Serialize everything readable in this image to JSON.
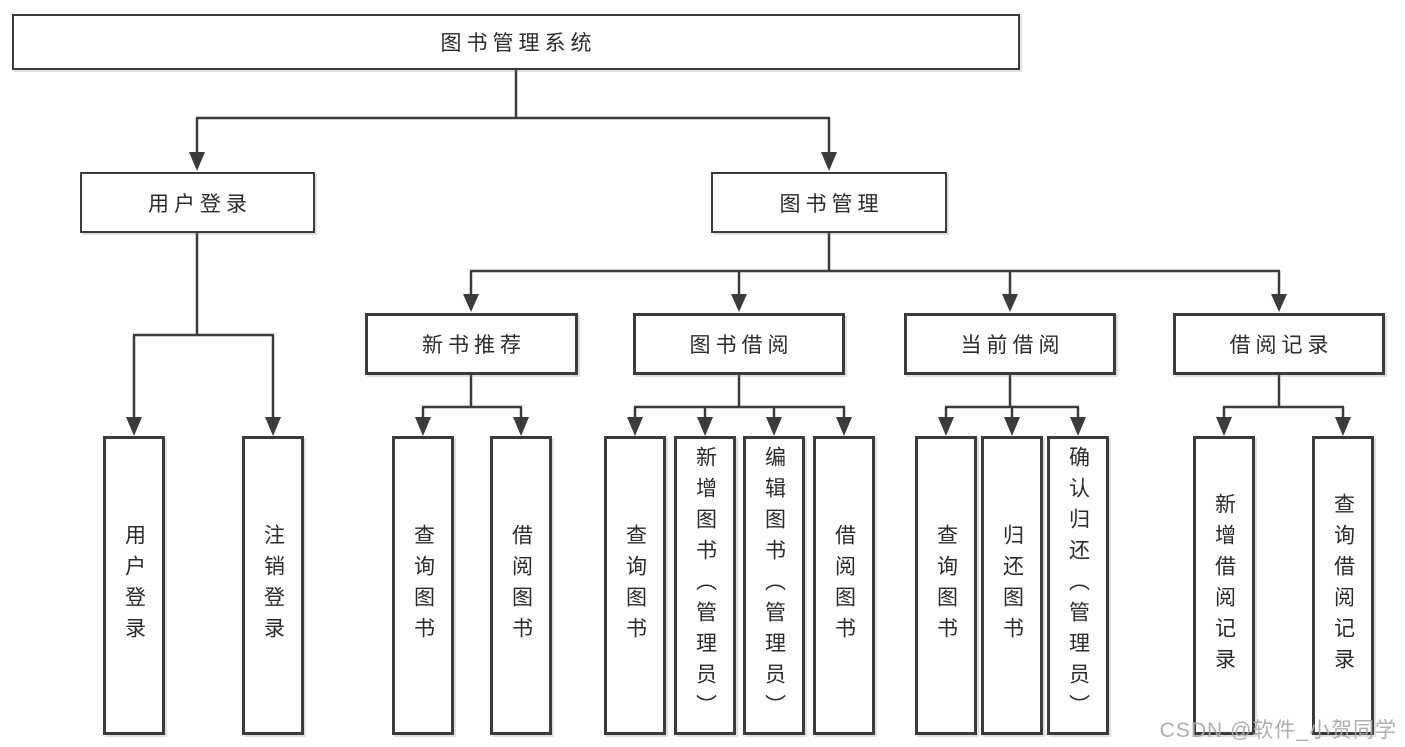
{
  "diagram": {
    "title": "图书管理系统",
    "branches": [
      {
        "label": "用户登录",
        "children": [
          {
            "label": "用户登录"
          },
          {
            "label": "注销登录"
          }
        ]
      },
      {
        "label": "图书管理",
        "groups": [
          {
            "label": "新书推荐",
            "children": [
              {
                "label": "查询图书"
              },
              {
                "label": "借阅图书"
              }
            ]
          },
          {
            "label": "图书借阅",
            "children": [
              {
                "label": "查询图书"
              },
              {
                "label": "新增图书（管理员）"
              },
              {
                "label": "编辑图书（管理员）"
              },
              {
                "label": "借阅图书"
              }
            ]
          },
          {
            "label": "当前借阅",
            "children": [
              {
                "label": "查询图书"
              },
              {
                "label": "归还图书"
              },
              {
                "label": "确认归还（管理员）"
              }
            ]
          },
          {
            "label": "借阅记录",
            "children": [
              {
                "label": "新增借阅记录"
              },
              {
                "label": "查询借阅记录"
              }
            ]
          }
        ]
      }
    ]
  },
  "watermark": "CSDN @软件_小贺同学",
  "colors": {
    "line": "#3b3b3b",
    "text": "#2b2b2b",
    "watermark": "#aaaaaa",
    "background": "#ffffff"
  }
}
